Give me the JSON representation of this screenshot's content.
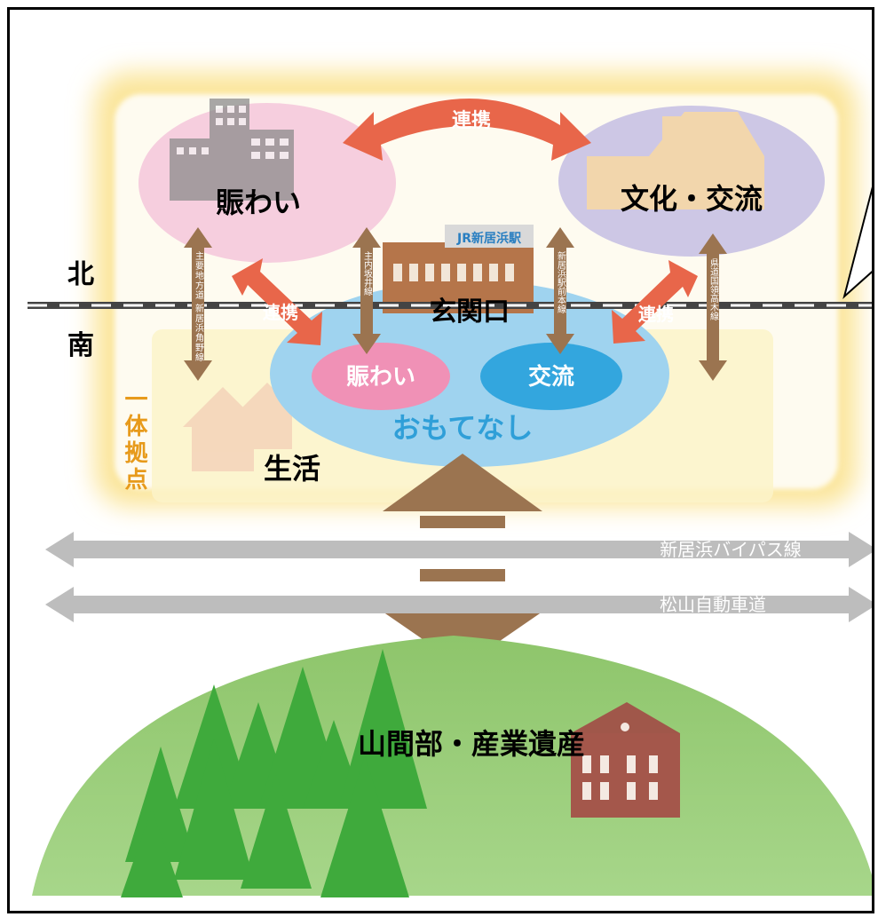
{
  "labels": {
    "nigiwai_top": "賑わい",
    "bunka_koryu": "文化・交流",
    "renkei_top": "連携",
    "renkei_left": "連携",
    "renkei_right": "連携",
    "genkanguchi": "玄関口",
    "nigiwai_inner": "賑わい",
    "koryu_inner": "交流",
    "omotenashi": "おもてなし",
    "seikatsu": "生活",
    "kita": "北",
    "minami": "南",
    "ittai_kyoten": "一体拠点",
    "bypass": "新居浜バイパス線",
    "expressway": "松山自動車道",
    "sankanbu": "山間部・産業遺産",
    "road_left": "主要地方道 新居浜角野線",
    "road_center": "主内坂井線",
    "road_center2": "新居浜駅前本線",
    "road_right": "県道国領高木線",
    "station_sign": "JR新居浜駅"
  },
  "colors": {
    "renkei_arrow": "#e8664a",
    "brown_arrow": "#9b7450",
    "pink_zone": "#f4c6d6",
    "purple_zone": "#cbc5e4",
    "blue_zone": "#8fcbea",
    "green_hill": "#92c873",
    "tree_green": "#3faa3c",
    "glow_yellow": "#fbe79a",
    "orange_text": "#e79a1b",
    "grey_arrow": "#bdbdbd"
  }
}
